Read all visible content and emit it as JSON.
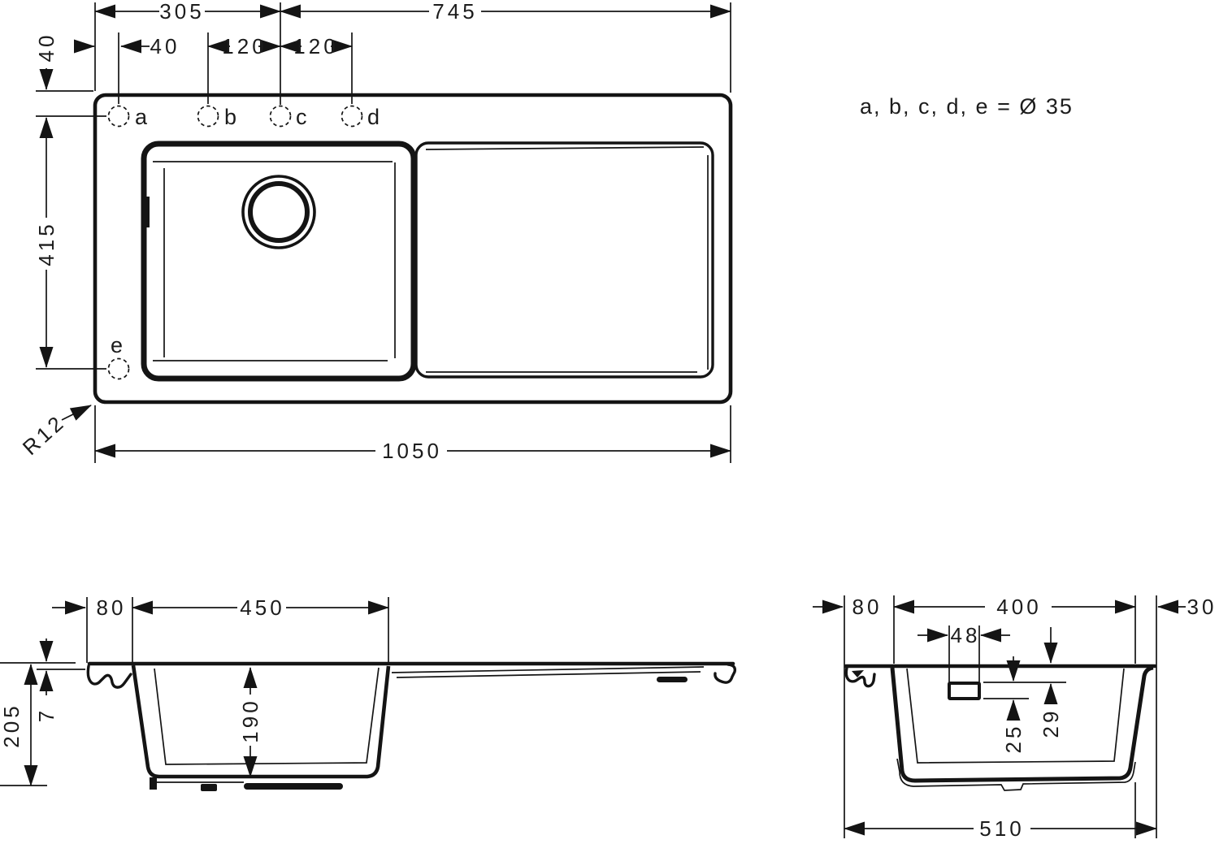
{
  "colors": {
    "ink": "#141414",
    "paper": "#ffffff"
  },
  "annotation": {
    "hole_note": "a, b, c, d, e = Ø 35"
  },
  "top_view": {
    "holes": {
      "a": "a",
      "b": "b",
      "c": "c",
      "d": "d",
      "e": "e"
    },
    "dims": {
      "offset_305": "305",
      "span_745": "745",
      "edge_40": "40",
      "pitch_120_1": "120",
      "pitch_120_2": "120",
      "top_40": "40",
      "holes_span_415": "415",
      "total_1050": "1050",
      "corner_r12": "R12"
    }
  },
  "length_section": {
    "dims": {
      "rim_80": "80",
      "bowl_450": "450",
      "height_205": "205",
      "rim_7": "7",
      "depth_190": "190"
    }
  },
  "cross_section": {
    "dims": {
      "rim_80": "80",
      "bowl_400": "400",
      "edge_30": "30",
      "overflow_48": "48",
      "overflow_25": "25",
      "overflow_29": "29",
      "total_510": "510"
    }
  }
}
